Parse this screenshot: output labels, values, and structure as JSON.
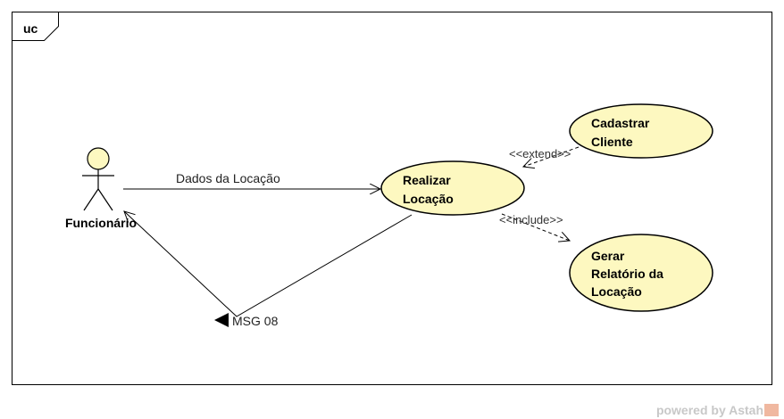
{
  "frame": {
    "label": "uc"
  },
  "actor": {
    "name": "Funcionário"
  },
  "use_cases": {
    "realizar": {
      "line1": "Realizar",
      "line2": "Locação"
    },
    "cadastrar": {
      "line1": "Cadastrar",
      "line2": "Cliente"
    },
    "gerar": {
      "line1": "Gerar",
      "line2": "Relatório da",
      "line3": "Locação"
    }
  },
  "messages": {
    "dados": "Dados da Locação",
    "msg08": "MSG 08"
  },
  "relations": {
    "extend": "<<extend>>",
    "include": "<<include>>"
  },
  "footer": {
    "powered_by": "powered by Astah"
  },
  "colors": {
    "usecase_fill": "#fdf8c0",
    "actor_fill": "#fdf8c0",
    "line": "#000000"
  }
}
